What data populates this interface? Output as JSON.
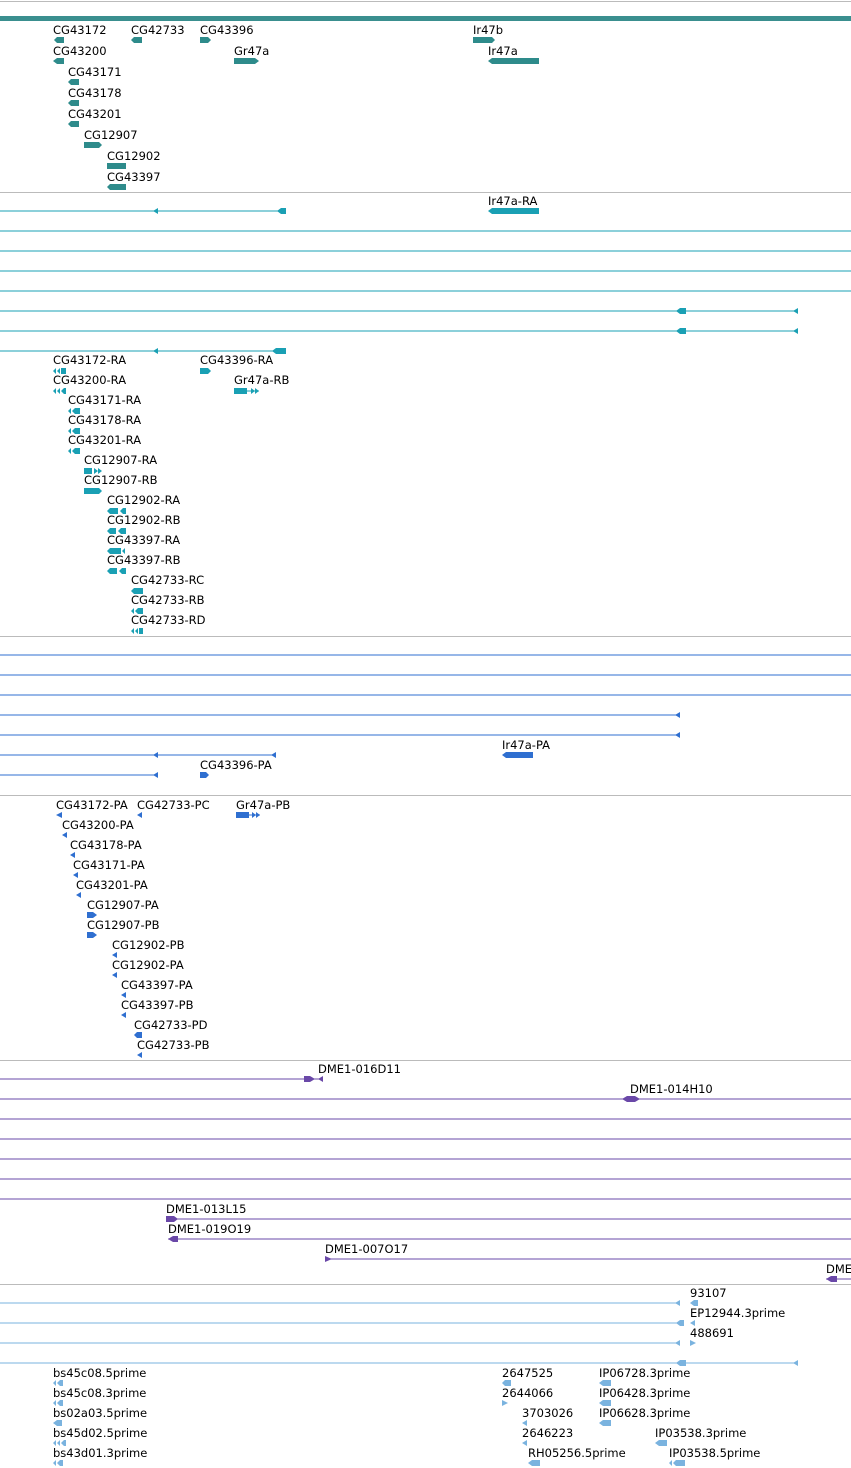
{
  "colors": {
    "separator": "#bbbbbb",
    "gene": "#2e8b8b",
    "gene_bar": "#3a8f8f",
    "transcript": "#1aa0b4",
    "protein": "#2f6fd0",
    "est_clone": "#6a48a8",
    "cdna": "#7ab3df"
  },
  "tracks": {
    "genes": {
      "labels": [
        "CG43172",
        "CG42733",
        "CG43396",
        "Ir47b",
        "CG43200",
        "Gr47a",
        "Ir47a",
        "CG43171",
        "CG43178",
        "CG43201",
        "CG12907",
        "CG12902",
        "CG43397"
      ]
    },
    "transcripts": {
      "labels": [
        "Ir47a-RA",
        "CG43172-RA",
        "CG43396-RA",
        "CG43200-RA",
        "Gr47a-RB",
        "CG43171-RA",
        "CG43178-RA",
        "CG43201-RA",
        "CG12907-RA",
        "CG12907-RB",
        "CG12902-RA",
        "CG12902-RB",
        "CG43397-RA",
        "CG43397-RB",
        "CG42733-RC",
        "CG42733-RB",
        "CG42733-RD"
      ]
    },
    "proteins": {
      "labels": [
        "Ir47a-PA",
        "CG43396-PA",
        "CG43172-PA",
        "CG42733-PC",
        "Gr47a-PB",
        "CG43200-PA",
        "CG43178-PA",
        "CG43171-PA",
        "CG43201-PA",
        "CG12907-PA",
        "CG12907-PB",
        "CG12902-PB",
        "CG12902-PA",
        "CG43397-PA",
        "CG43397-PB",
        "CG42733-PD",
        "CG42733-PB"
      ]
    },
    "clones": {
      "labels": [
        "DME1-016D11",
        "DME1-014H10",
        "DME1-013L15",
        "DME1-019O19",
        "DME1-007O17",
        "DME"
      ]
    },
    "cdnas": {
      "labels": [
        "93107",
        "EP12944.3prime",
        "488691",
        "bs45c08.5prime",
        "2647525",
        "IP06728.3prime",
        "bs45c08.3prime",
        "2644066",
        "IP06428.3prime",
        "bs02a03.5prime",
        "3703026",
        "IP06628.3prime",
        "bs45d02.5prime",
        "2646223",
        "IP03538.3prime",
        "bs43d01.3prime",
        "RH05256.5prime",
        "IP03538.5prime"
      ]
    }
  }
}
